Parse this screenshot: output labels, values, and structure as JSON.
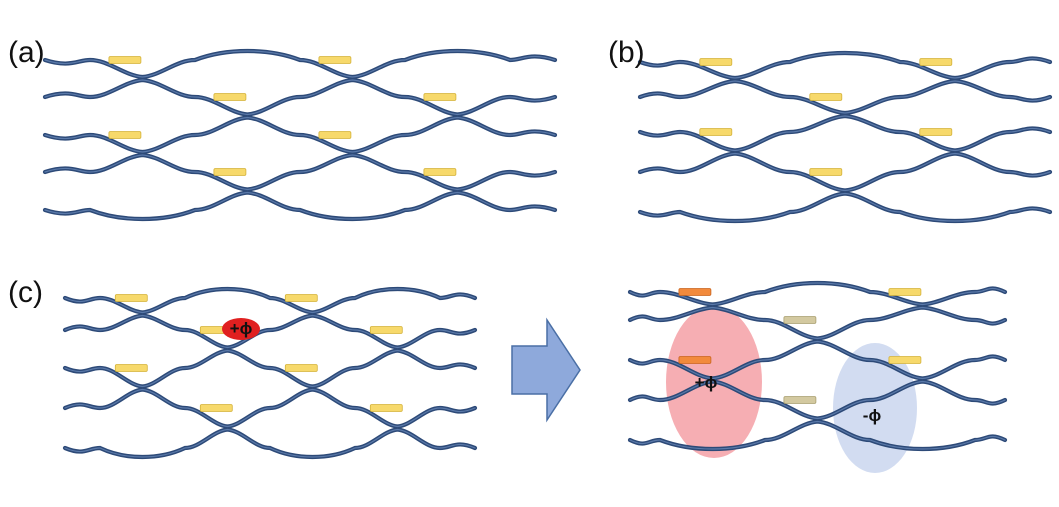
{
  "panels": {
    "a": {
      "label": "(a)"
    },
    "b": {
      "label": "(b)"
    },
    "c": {
      "label": "(c)"
    }
  },
  "phases": {
    "small": "+ϕ",
    "positive": "+ϕ",
    "negative": "-ϕ"
  },
  "colors": {
    "waveguide": "#2d4a78",
    "waveguide_highlight": "#6f8fbf",
    "heater": "#f7d96b",
    "heater_edge": "#d4b23a",
    "heater_active": "#f28a3c",
    "heater_muted": "#d3c9a0",
    "phase_small": "#e02020",
    "phase_positive": "#f4a0a6",
    "phase_negative": "#cdd8ef",
    "arrow_fill": "#8ea9db",
    "arrow_edge": "#4a6fa5"
  }
}
